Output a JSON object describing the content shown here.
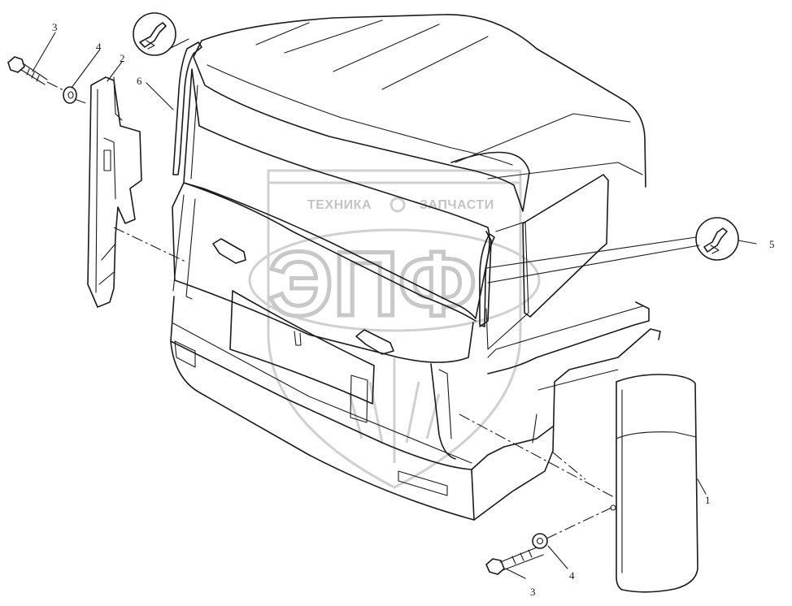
{
  "callouts": [
    {
      "id": "c1",
      "label": "1"
    },
    {
      "id": "c2",
      "label": "2"
    },
    {
      "id": "c3a",
      "label": "3"
    },
    {
      "id": "c3b",
      "label": "3"
    },
    {
      "id": "c4a",
      "label": "4"
    },
    {
      "id": "c4b",
      "label": "4"
    },
    {
      "id": "c5",
      "label": "5"
    },
    {
      "id": "c6",
      "label": "6"
    }
  ],
  "watermark": {
    "left_text": "ТЕХНИКА",
    "right_text": "ЗАПЧАСТИ",
    "logo_text": "ЭПФ",
    "color": "#c8c8c8"
  },
  "colors": {
    "line": "#1a1a1a",
    "background": "#ffffff"
  }
}
